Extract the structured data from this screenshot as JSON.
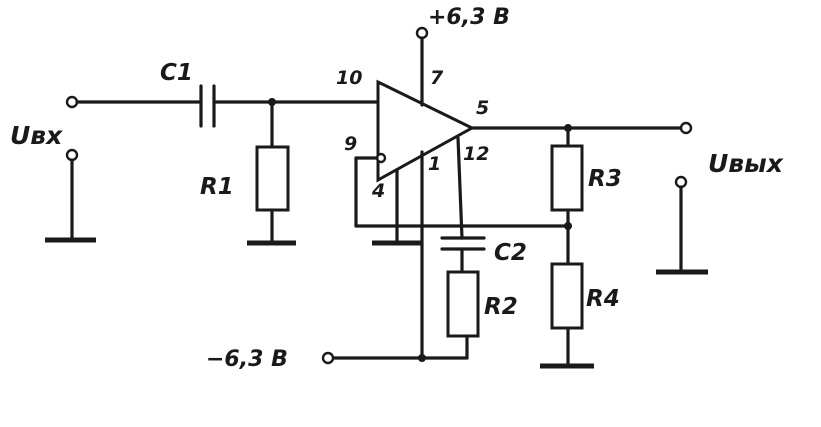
{
  "diagram": {
    "supply_positive": "+6,3 В",
    "supply_negative": "−6,3 В",
    "input_label": "Uвх",
    "output_label": "Uвых",
    "components": {
      "c1": "C1",
      "c2": "C2",
      "r1": "R1",
      "r2": "R2",
      "r3": "R3",
      "r4": "R4"
    },
    "pins": {
      "p10": "10",
      "p7": "7",
      "p5": "5",
      "p9": "9",
      "p1": "1",
      "p12": "12",
      "p4": "4"
    }
  }
}
